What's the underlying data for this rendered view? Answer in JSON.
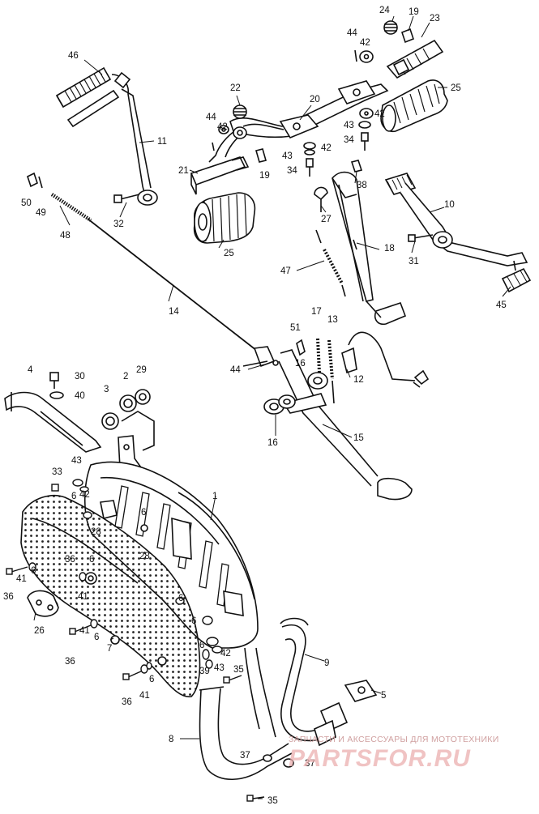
{
  "diagram": {
    "title": "",
    "callouts": [
      "1",
      "2",
      "3",
      "4",
      "5",
      "6",
      "7",
      "8",
      "9",
      "10",
      "11",
      "12",
      "13",
      "14",
      "15",
      "16",
      "17",
      "18",
      "19",
      "20",
      "21",
      "22",
      "23",
      "24",
      "25",
      "26",
      "27",
      "28",
      "29",
      "30",
      "31",
      "32",
      "33",
      "34",
      "35",
      "36",
      "37",
      "38",
      "39",
      "40",
      "41",
      "42",
      "43",
      "44",
      "45",
      "46",
      "47",
      "48",
      "49",
      "50",
      "51"
    ]
  },
  "watermark": {
    "caption": "ЗАПЧАСТИ И АКСЕССУАРЫ ДЛЯ МОТОТЕХНИКИ",
    "logo_text": "PARTSFOR.RU"
  },
  "colors": {
    "ink": "#111111",
    "background": "#ffffff",
    "watermark_red": "#e8a9a9"
  }
}
